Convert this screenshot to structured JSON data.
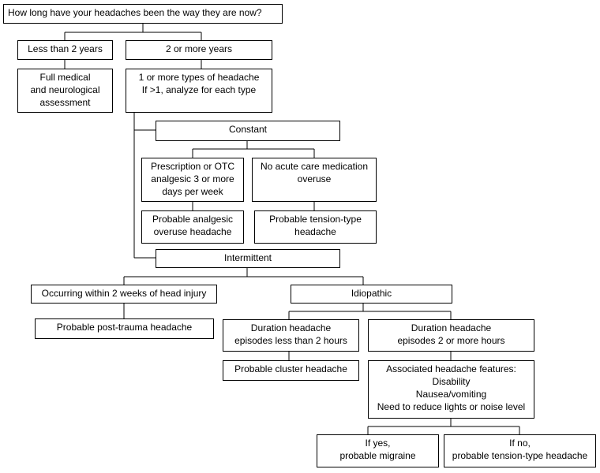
{
  "root": {
    "text": "How long have your headaches been the way they are now?"
  },
  "duration": {
    "less2": {
      "text": "Less than 2 years"
    },
    "more2": {
      "text": "2 or more years"
    }
  },
  "assessment": {
    "lines": [
      "Full medical",
      "and neurological",
      "assessment"
    ]
  },
  "types": {
    "lines": [
      "1 or more types of headache",
      "If >1, analyze for each type"
    ]
  },
  "constant": {
    "label": "Constant",
    "rx_overuse": {
      "lines": [
        "Prescription or OTC",
        "analgesic 3 or more",
        "days per week"
      ]
    },
    "no_overuse": {
      "lines": [
        "No acute care medication",
        "overuse"
      ]
    },
    "analgesic_dx": {
      "lines": [
        "Probable analgesic",
        "overuse headache"
      ]
    },
    "tension_dx": {
      "lines": [
        "Probable tension-type",
        "headache"
      ]
    }
  },
  "intermittent": {
    "label": "Intermittent",
    "head_injury": {
      "text": "Occurring within 2 weeks of head injury"
    },
    "post_trauma_dx": {
      "text": "Probable post-trauma headache"
    },
    "idiopathic": {
      "text": "Idiopathic"
    },
    "short": {
      "lines": [
        "Duration headache",
        "episodes less than 2 hours"
      ]
    },
    "long": {
      "lines": [
        "Duration headache",
        "episodes 2 or more hours"
      ]
    },
    "cluster_dx": {
      "text": "Probable cluster headache"
    },
    "features": {
      "lines": [
        "Associated headache features:",
        "Disability",
        "Nausea/vomiting",
        "Need to reduce lights or noise level"
      ]
    },
    "yes": {
      "lines": [
        "If yes,",
        "probable migraine"
      ]
    },
    "no": {
      "lines": [
        "If no,",
        "probable tension-type headache"
      ]
    }
  }
}
